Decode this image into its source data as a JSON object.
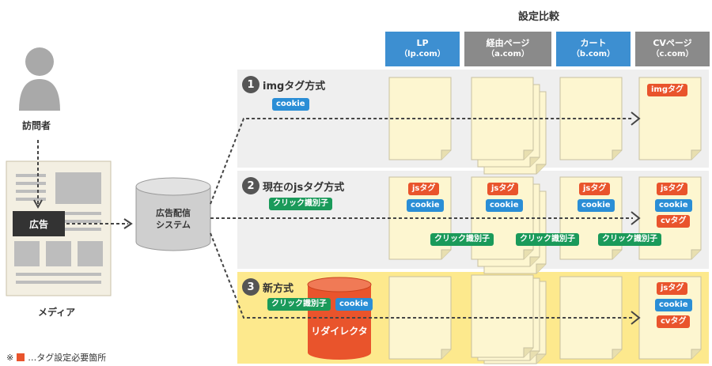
{
  "header": {
    "title": "設定比較"
  },
  "columns": [
    {
      "label": "LP",
      "sub": "（lp.com）",
      "color": "#3d8fd1"
    },
    {
      "label": "経由ページ",
      "sub": "（a.com）",
      "color": "#8a8a8a"
    },
    {
      "label": "カート",
      "sub": "（b.com）",
      "color": "#3d8fd1"
    },
    {
      "label": "CVページ",
      "sub": "（c.com）",
      "color": "#8a8a8a"
    }
  ],
  "left": {
    "visitor_label": "訪問者",
    "ad_label": "広告",
    "media_label": "メディア",
    "system_label_1": "広告配信",
    "system_label_2": "システム"
  },
  "rows": [
    {
      "number": "1",
      "title": "imgタグ方式"
    },
    {
      "number": "2",
      "title": "現在のjsタグ方式"
    },
    {
      "number": "3",
      "title": "新方式"
    }
  ],
  "tags": {
    "cookie": "cookie",
    "click_id": "クリック識別子",
    "img_tag": "imgタグ",
    "js_tag": "jsタグ",
    "cv_tag": "cvタグ",
    "redirector": "リダイレクタ"
  },
  "footnote": {
    "mark": "※",
    "text": "…タグ設定必要箇所"
  },
  "colors": {
    "red": "#e9542c",
    "blue": "#2a8ed6",
    "green": "#1a9a5a",
    "yellow_row": "#fde98d",
    "gray_row": "#efefef",
    "page": "#fdf6d0"
  }
}
